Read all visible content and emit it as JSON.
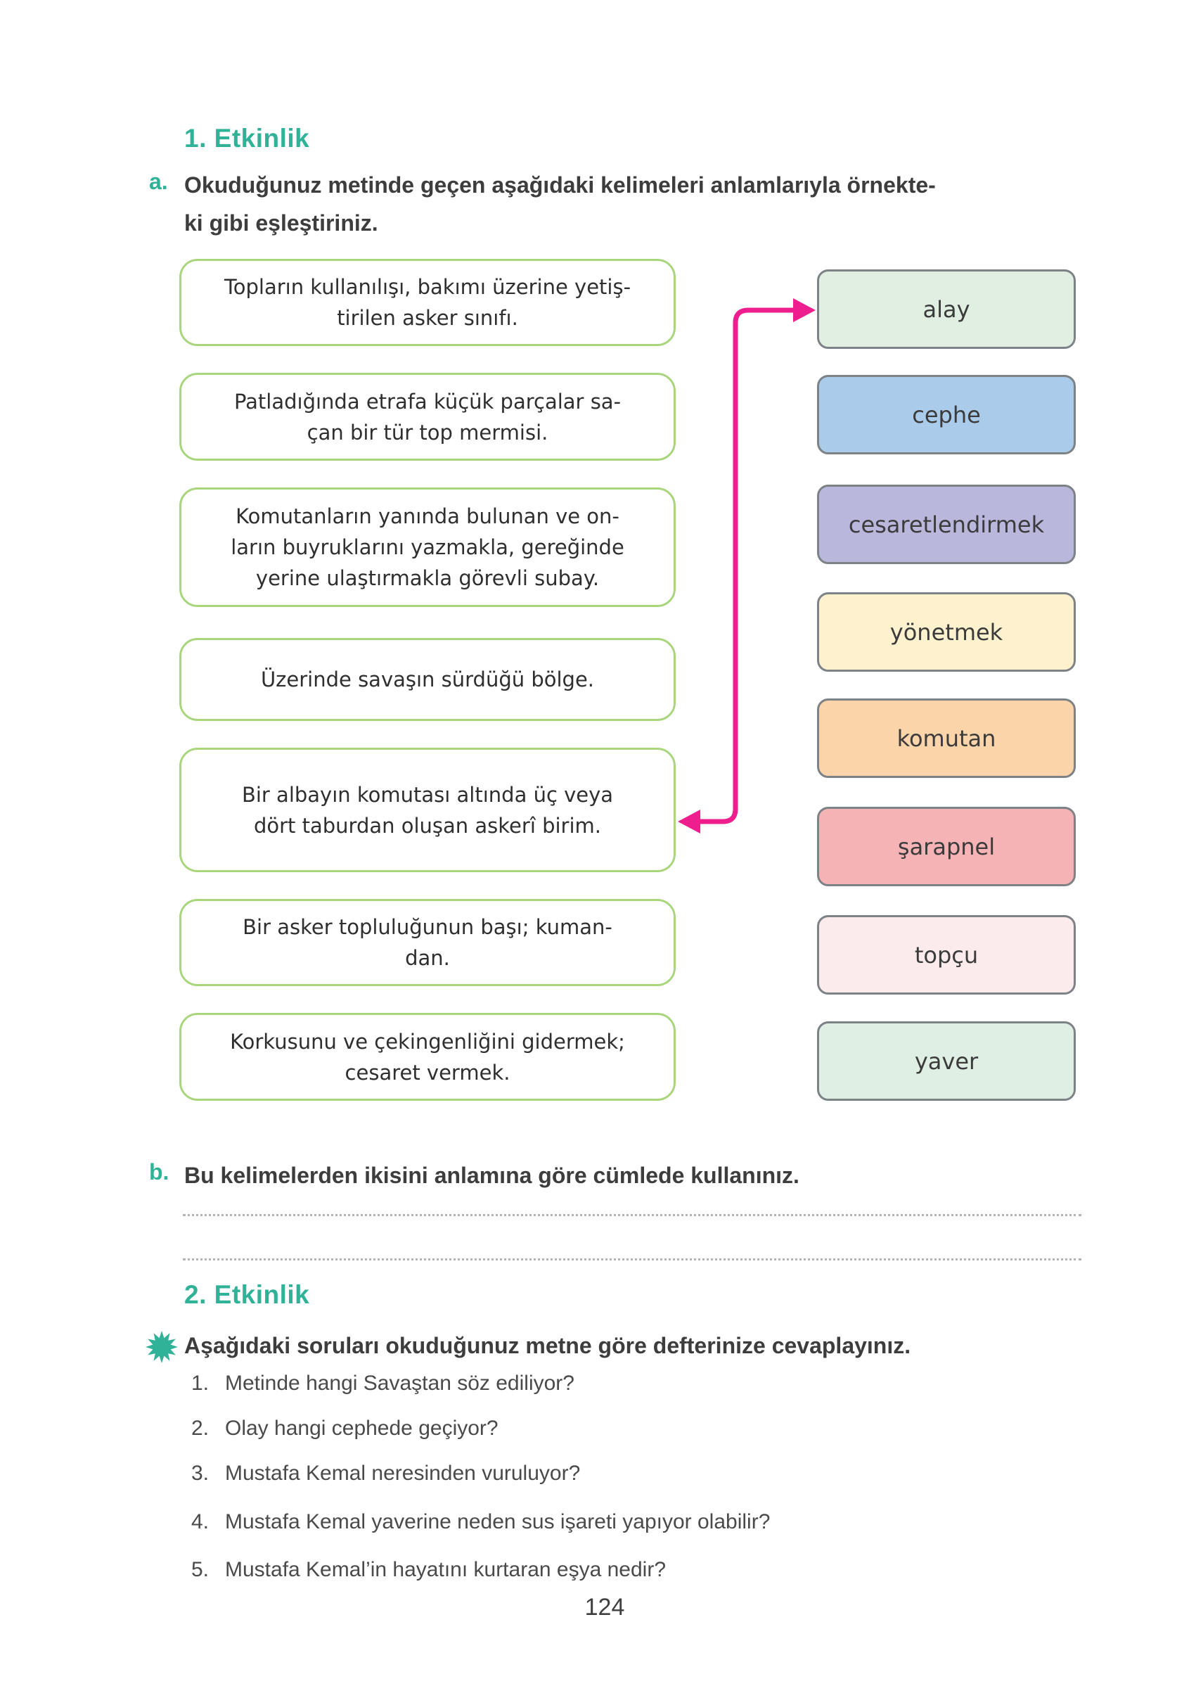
{
  "colors": {
    "accent_teal": "#2fb298",
    "arrow_pink": "#ee1e8e",
    "definition_border_green": "#a9d57c",
    "word_border_gray": "#7d8287"
  },
  "activity1": {
    "title": "1. Etkinlik",
    "item_a": {
      "marker": "a.",
      "instruction": "Okuduğunuz metinde geçen aşağıdaki kelimeleri anlamlarıyla örnekte-\nki gibi eşleştiriniz."
    },
    "definitions": [
      {
        "text": "Topların kullanılışı, bakımı üzerine yetiş-\ntirilen asker sınıfı."
      },
      {
        "text": "Patladığında etrafa küçük parçalar sa-\nçan bir tür top mermisi."
      },
      {
        "text": "Komutanların yanında bulunan ve on-\nların buyruklarını yazmakla, gereğinde\nyerine ulaştırmakla görevli subay."
      },
      {
        "text": "Üzerinde savaşın sürdüğü bölge."
      },
      {
        "text": "Bir albayın komutası altında üç veya\ndört taburdan oluşan askerî birim."
      },
      {
        "text": "Bir asker topluluğunun başı; kuman-\ndan."
      },
      {
        "text": "Korkusunu ve çekingenliğini gidermek;\ncesaret vermek."
      }
    ],
    "words": [
      {
        "label": "alay",
        "color": "#e1efe3"
      },
      {
        "label": "cephe",
        "color": "#abcbea"
      },
      {
        "label": "cesaretlendirmek",
        "color": "#bab7dd"
      },
      {
        "label": "yönetmek",
        "color": "#fdf2cd"
      },
      {
        "label": "komutan",
        "color": "#fbd4aa"
      },
      {
        "label": "şarapnel",
        "color": "#f5b3b6"
      },
      {
        "label": "topçu",
        "color": "#fcebec"
      },
      {
        "label": "yaver",
        "color": "#e0efe4"
      }
    ],
    "example_match": {
      "definition": "Bir albayın komutası altında üç veya dört taburdan oluşan askerî birim.",
      "word": "alay"
    },
    "item_b": {
      "marker": "b.",
      "instruction": "Bu kelimelerden ikisini anlamına göre cümlede kullanınız."
    }
  },
  "activity2": {
    "title": "2. Etkinlik",
    "instruction": "Aşağıdaki soruları okuduğunuz metne göre defterinize cevaplayınız.",
    "questions": [
      {
        "number": "1.",
        "text": "Metinde hangi Savaştan söz ediliyor?"
      },
      {
        "number": "2.",
        "text": "Olay hangi cephede geçiyor?"
      },
      {
        "number": "3.",
        "text": "Mustafa Kemal neresinden vuruluyor?"
      },
      {
        "number": "4.",
        "text": "Mustafa Kemal yaverine neden sus işareti yapıyor olabilir?"
      },
      {
        "number": "5.",
        "text": "Mustafa Kemal’in hayatını kurtaran eşya nedir?"
      }
    ]
  },
  "page": {
    "number": "124"
  }
}
